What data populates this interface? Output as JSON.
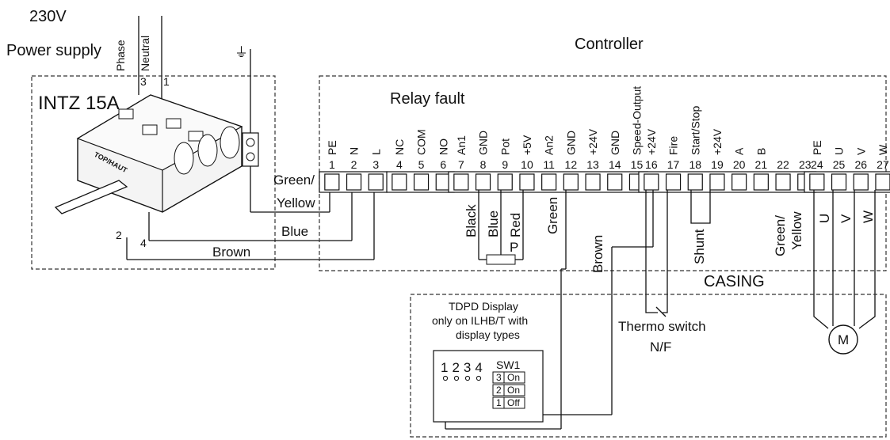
{
  "supply": {
    "voltage": "230V",
    "label": "Power supply",
    "phase": "Phase",
    "neutral": "Neutral",
    "pin3": "3",
    "pin1": "1",
    "pin2": "2",
    "pin4": "4"
  },
  "ground_symbol": "⏚",
  "switch": {
    "name": "INTZ 15A",
    "cap": "TOP/HAUT"
  },
  "controller": {
    "title": "Controller",
    "relay_fault": "Relay fault",
    "casing": "CASING"
  },
  "terminal_labels": [
    "PE",
    "N",
    "L",
    "NC",
    "COM",
    "NO",
    "An1",
    "GND",
    "Pot",
    "+5V",
    "An2",
    "GND",
    "+24V",
    "GND",
    "Speed-Output",
    "+24V",
    "Fire",
    "Start/Stop",
    "+24V",
    "A",
    "B",
    "",
    "",
    "PE",
    "U",
    "V",
    "W"
  ],
  "terminal_numbers": [
    "1",
    "2",
    "3",
    "4",
    "5",
    "6",
    "7",
    "8",
    "9",
    "10",
    "11",
    "12",
    "13",
    "14",
    "15",
    "16",
    "17",
    "18",
    "19",
    "20",
    "21",
    "22",
    "23",
    "24",
    "25",
    "26",
    "27"
  ],
  "wires": {
    "green_yellow_1": "Green/",
    "green_yellow_2": "Yellow",
    "blue": "Blue",
    "brown": "Brown",
    "pot_black": "Black",
    "pot_blue": "Blue",
    "pot_red": "Red",
    "pot_p": "P",
    "green": "Green",
    "brown2": "Brown",
    "shunt": "Shunt",
    "gy2_1": "Green/",
    "gy2_2": "Yellow",
    "motor_u": "U",
    "motor_v": "V",
    "motor_w": "W"
  },
  "thermo": {
    "line1": "Thermo switch",
    "line2": "N/F"
  },
  "motor": {
    "symbol": "M"
  },
  "display": {
    "line1": "TDPD Display",
    "line2": "only on ILHB/T with",
    "line3": "display types",
    "pins": "1234",
    "sw": "SW1",
    "sw_rows": [
      {
        "n": "3",
        "state": "On"
      },
      {
        "n": "2",
        "state": "On"
      },
      {
        "n": "1",
        "state": "Off"
      }
    ]
  }
}
